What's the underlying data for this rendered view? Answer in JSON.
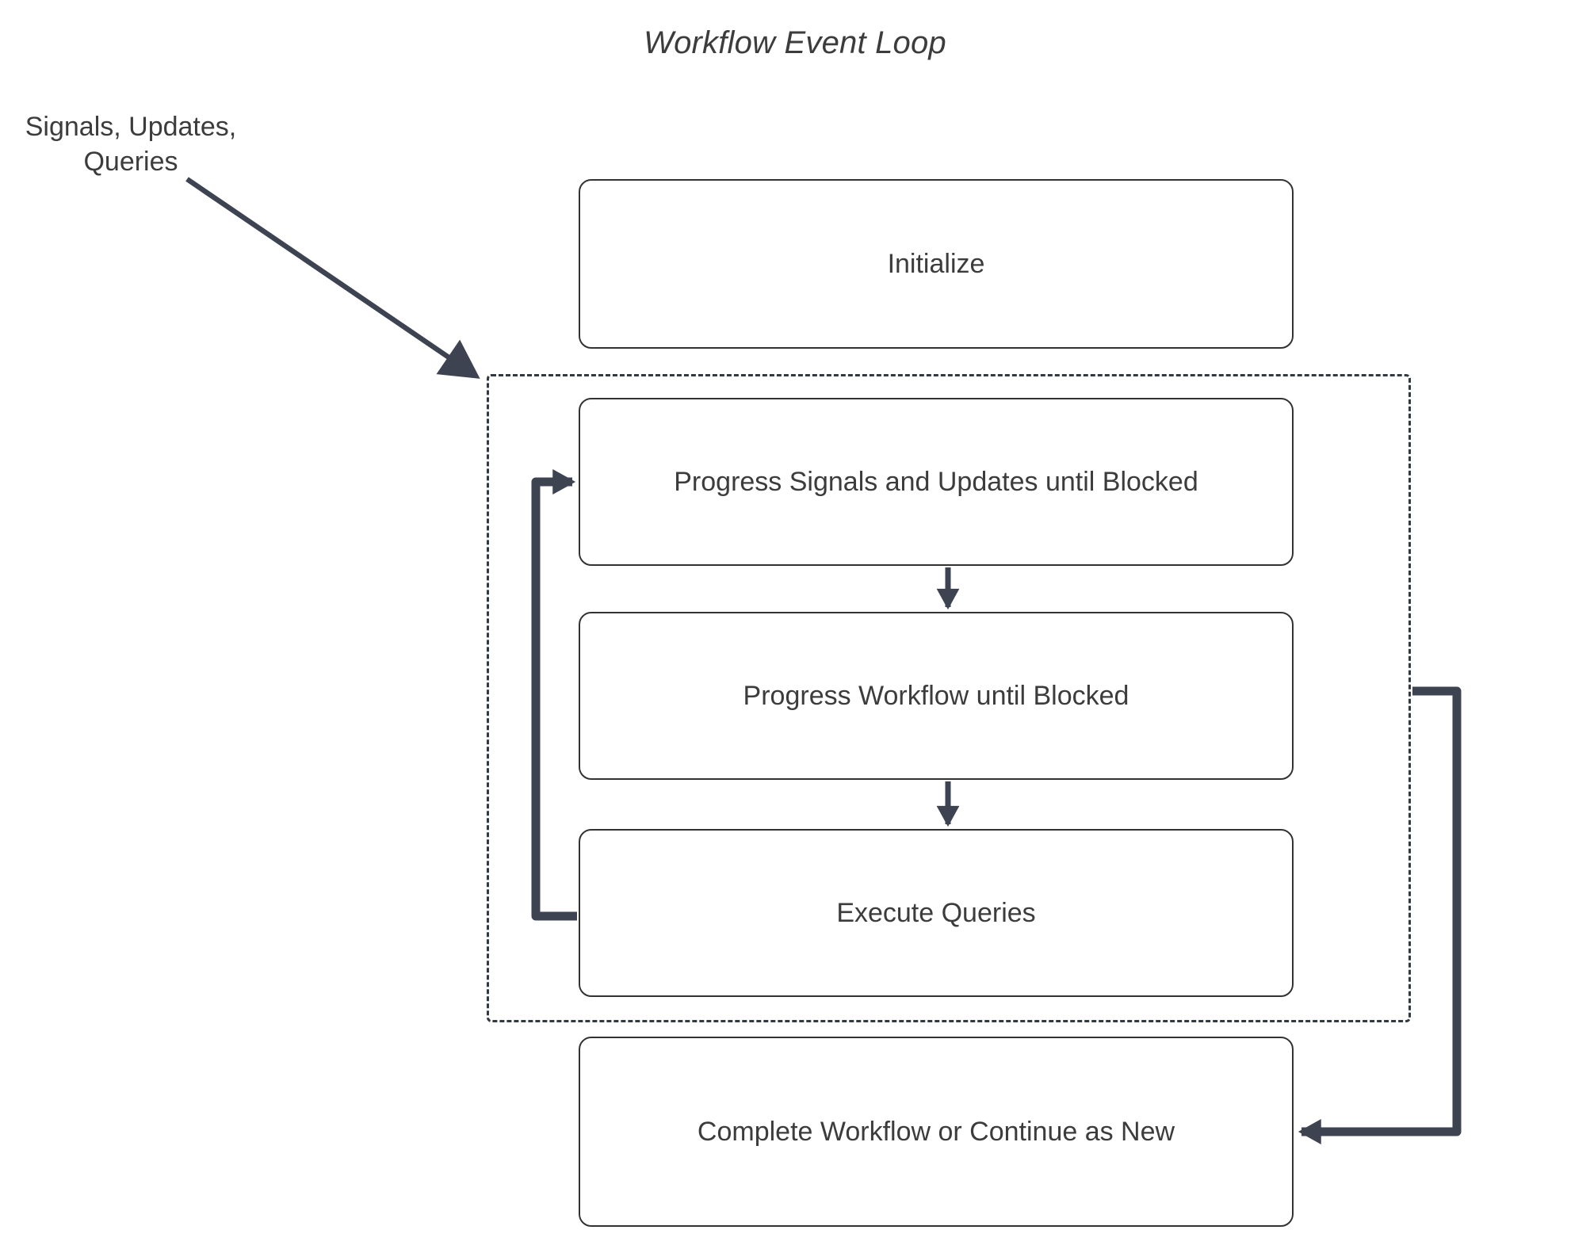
{
  "diagram": {
    "title": "Workflow Event Loop",
    "type": "flowchart",
    "colors": {
      "stroke": "#333940",
      "edge": "#3d4351",
      "text": "#3c3c3c",
      "node_fill": "#ffffff",
      "node_border": "#333333",
      "background": "#ffffff"
    },
    "external_input": {
      "line1": "Signals, Updates,",
      "line2": "Queries"
    },
    "loop_container": {
      "name": "event-loop-group",
      "border_style": "dashed"
    },
    "nodes": [
      {
        "id": "initialize",
        "label": "Initialize"
      },
      {
        "id": "progress-signals",
        "label": "Progress Signals and Updates until Blocked"
      },
      {
        "id": "progress-workflow",
        "label": "Progress Workflow until Blocked"
      },
      {
        "id": "execute-queries",
        "label": "Execute Queries"
      },
      {
        "id": "complete-workflow",
        "label": "Complete Workflow or Continue as New"
      }
    ],
    "edges": [
      {
        "id": "signals-to-loop",
        "from": "Signals, Updates, Queries",
        "to": "event-loop-group",
        "style": "solid-diagonal-arrow"
      },
      {
        "id": "signals-to-workflow",
        "from": "progress-signals",
        "to": "progress-workflow",
        "style": "solid-vertical-arrow"
      },
      {
        "id": "workflow-to-queries",
        "from": "progress-workflow",
        "to": "execute-queries",
        "style": "solid-vertical-arrow"
      },
      {
        "id": "queries-back-to-signals",
        "from": "execute-queries",
        "to": "progress-signals",
        "style": "thick-loopback-arrow"
      },
      {
        "id": "loop-to-complete",
        "from": "event-loop-group",
        "to": "complete-workflow",
        "style": "thick-exit-arrow"
      }
    ]
  }
}
